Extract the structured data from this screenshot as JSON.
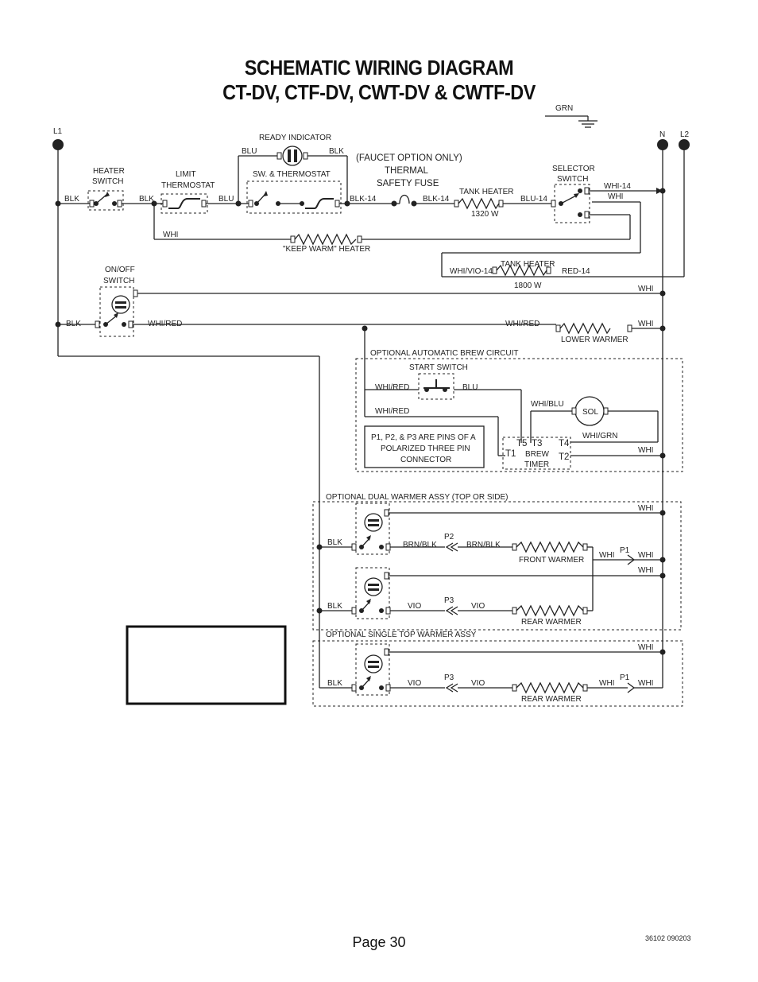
{
  "title": {
    "line1": "SCHEMATIC WIRING DIAGRAM",
    "line2": "CT-DV, CTF-DV, CWT-DV & CWTF-DV"
  },
  "labels": {
    "grn": "GRN",
    "l1": "L1",
    "n": "N",
    "l2": "L2",
    "ready_indicator": "READY INDICATOR",
    "blu_a": "BLU",
    "blk_a": "BLK",
    "faucet_option": "(FAUCET OPTION ONLY)",
    "thermal": "THERMAL",
    "safety_fuse": "SAFETY FUSE",
    "heater_switch_1": "HEATER",
    "heater_switch_2": "SWITCH",
    "limit_1": "LIMIT",
    "limit_2": "THERMOSTAT",
    "sw_thermostat": "SW. & THERMOSTAT",
    "selector_1": "SELECTOR",
    "selector_2": "SWITCH",
    "blk_1": "BLK",
    "blk_2": "BLK",
    "blu_1": "BLU",
    "blk14_1": "BLK-14",
    "blk14_2": "BLK-14",
    "tank_heater_1": "TANK HEATER",
    "w1320": "1320 W",
    "blu14": "BLU-14",
    "whi14": "WHI-14",
    "whi_sel": "WHI",
    "whi_keep": "WHI",
    "keep_warm": "\"KEEP WARM\" HEATER",
    "whivio14": "WHI/VIO-14",
    "tank_heater_2": "TANK HEATER",
    "w1800": "1800 W",
    "red14": "RED-14",
    "onoff_1": "ON/OFF",
    "onoff_2": "SWITCH",
    "whi_r1": "WHI",
    "blk_onoff": "BLK",
    "whired_1": "WHI/RED",
    "whired_2": "WHI/RED",
    "lower_warmer": "LOWER WARMER",
    "whi_r2": "WHI",
    "auto_brew": "OPTIONAL  AUTOMATIC BREW CIRCUIT",
    "start_switch": "START SWITCH",
    "whired_3": "WHI/RED",
    "blu_s": "BLU",
    "whired_4": "WHI/RED",
    "whiblu": "WHI/BLU",
    "sol": "SOL",
    "whigrn": "WHI/GRN",
    "pins_1": "P1, P2, & P3 ARE PINS OF A",
    "pins_2": "POLARIZED THREE PIN",
    "pins_3": "CONNECTOR",
    "t5": "T5",
    "t3": "T3",
    "t4": "T4",
    "t1": "T1",
    "t2": "T2",
    "brew_1": "BREW",
    "brew_2": "TIMER",
    "whi_r3": "WHI",
    "dual_warmer": "OPTIONAL DUAL WARMER ASSY (TOP OR SIDE)",
    "whi_d1": "WHI",
    "blk_d1": "BLK",
    "brnblk_1": "BRN/BLK",
    "p2": "P2",
    "brnblk_2": "BRN/BLK",
    "front_warmer": "FRONT WARMER",
    "whi_d2": "WHI",
    "p1_a": "P1",
    "whi_d3": "WHI",
    "whi_d4": "WHI",
    "blk_d2": "BLK",
    "vio_1": "VIO",
    "p3_a": "P3",
    "vio_2": "VIO",
    "rear_warmer_1": "REAR WARMER",
    "single_warmer": "OPTIONAL SINGLE TOP WARMER ASSY",
    "whi_s1": "WHI",
    "blk_s1": "BLK",
    "vio_3": "VIO",
    "p3_b": "P3",
    "vio_4": "VIO",
    "whi_s2": "WHI",
    "p1_b": "P1",
    "whi_s3": "WHI",
    "rear_warmer_2": "REAR WARMER"
  },
  "footer": {
    "page": "Page 30",
    "doc_number": "36102 090203"
  }
}
